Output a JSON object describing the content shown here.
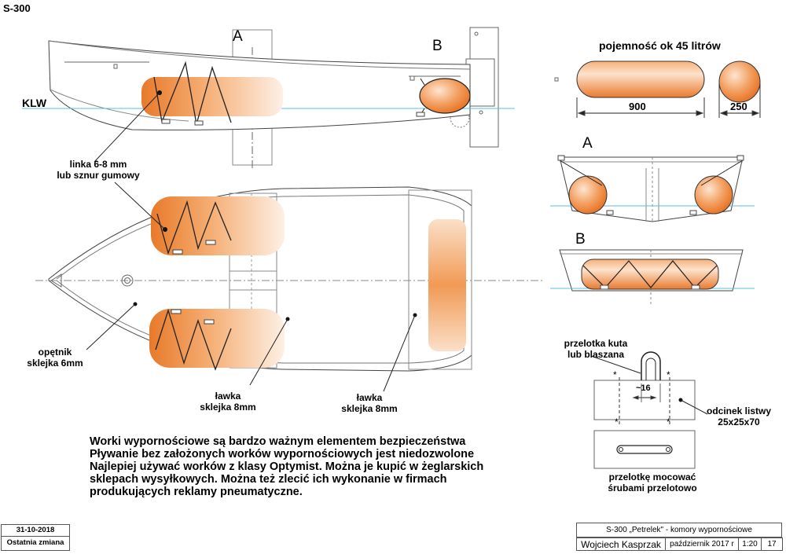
{
  "sheet": {
    "code": "S-300"
  },
  "markers": {
    "section_a": "A",
    "section_b": "B",
    "waterline": "KLW"
  },
  "capacity": {
    "title": "pojemność ok 45 litrów",
    "length": "900",
    "diameter": "250"
  },
  "labels": {
    "line": [
      "linka 6-8 mm",
      "lub sznur gumowy"
    ],
    "transom": [
      "opętnik",
      "sklejka 6mm"
    ],
    "bench1": [
      "ławka",
      "sklejka 8mm"
    ],
    "bench2": [
      "ławka",
      "sklejka 8mm"
    ],
    "fairlead": [
      "przelotka kuta",
      "lub blaszana"
    ],
    "strip": [
      "odcinek listwy",
      "25x25x70"
    ],
    "mount": [
      "przelotkę mocować",
      "śrubami przelotowo"
    ],
    "dim_16": "~16",
    "star": "*"
  },
  "info": [
    "Worki wypornościowe są bardzo ważnym elementem bezpieczeństwa",
    "Pływanie bez założonych worków wypornościowych jest niedozwolone",
    "Najlepiej używać worków z klasy Optymist. Można je kupić w żeglarskich",
    "sklepach wysyłkowych.  Można też zlecić ich wykonanie w firmach",
    "produkujących reklamy pneumatyczne."
  ],
  "footer_left": {
    "date": "31-10-2018",
    "note": "Ostatnia zmiana"
  },
  "title_block": {
    "title": "S-300 „Petrelek\" - komory wypornościowe",
    "author": "Wojciech Kasprzak",
    "date": "październik  2017 r",
    "scale": "1:20",
    "sheet": "17"
  },
  "colors": {
    "bag_edge": "#e06a1a",
    "bag_mid": "#f4a76a",
    "bag_light": "#fde7d6",
    "waterline": "#5bbfe0",
    "hull": "#444444"
  }
}
